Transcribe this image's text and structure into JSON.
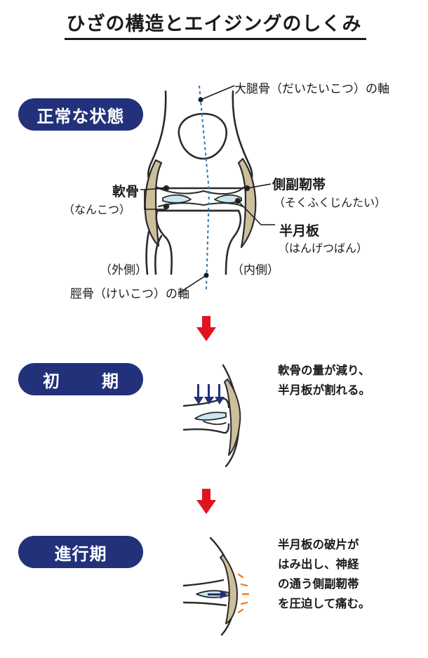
{
  "title": "ひざの構造とエイジングのしくみ",
  "stages": {
    "normal": "正常な状態",
    "early": "初　期",
    "advanced": "進行期"
  },
  "labels": {
    "femur_axis": "大腿骨（だいたいこつ）の軸",
    "cartilage": "軟骨",
    "cartilage_reading": "（なんこつ）",
    "collateral_ligament": "側副靭帯",
    "collateral_reading": "（そくふくじんたい）",
    "meniscus": "半月板",
    "meniscus_reading": "（はんげつばん）",
    "lateral": "（外側）",
    "medial": "（内側）",
    "tibia_axis": "脛骨（けいこつ）の軸"
  },
  "notes": {
    "early": "軟骨の量が減り、\n半月板が割れる。",
    "advanced": "半月板の破片が\nはみ出し、神経\nの通う側副靭帯\nを圧迫して痛む。"
  },
  "colors": {
    "badge": "#22317a",
    "arrow": "#e0141e",
    "ligament": "#cdbf9c",
    "meniscus": "#cde7f2",
    "axis": "#2b79b8",
    "pressure_arrow": "#22317a",
    "pain": "#f08020"
  }
}
